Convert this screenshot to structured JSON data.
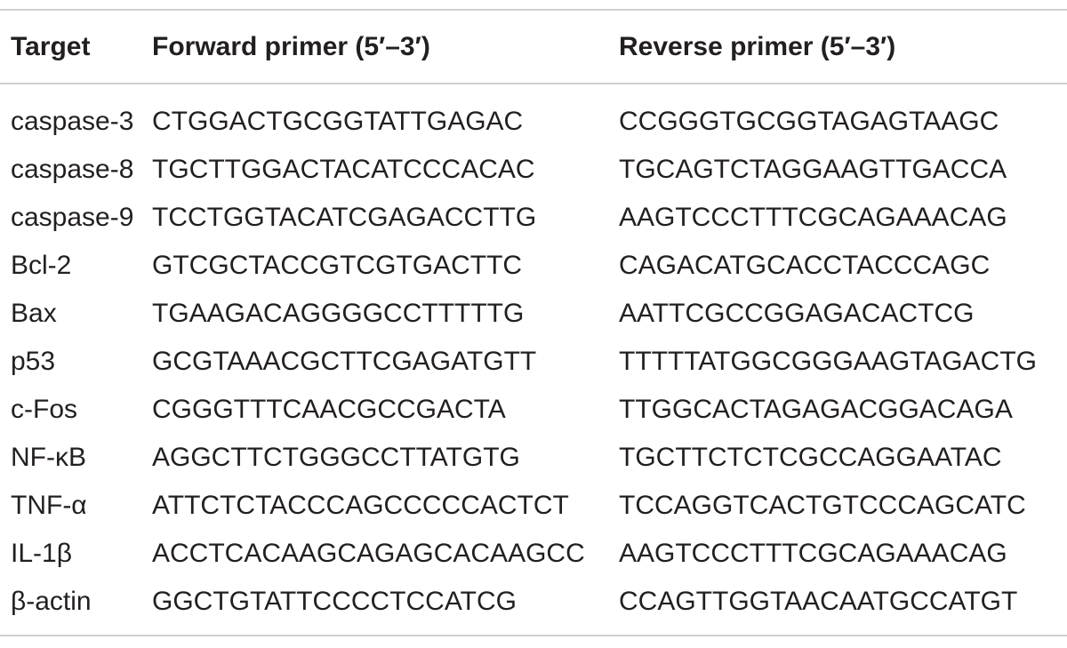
{
  "table": {
    "headers": {
      "target": "Target",
      "forward": "Forward primer (5′–3′)",
      "reverse": "Reverse primer (5′–3′)"
    },
    "rows": [
      {
        "target": "caspase-3",
        "forward": "CTGGACTGCGGTATTGAGAC",
        "reverse": "CCGGGTGCGGTAGAGTAAGC"
      },
      {
        "target": "caspase-8",
        "forward": "TGCTTGGACTACATCCCACAC",
        "reverse": "TGCAGTCTAGGAAGTTGACCA"
      },
      {
        "target": "caspase-9",
        "forward": "TCCTGGTACATCGAGACCTTG",
        "reverse": "AAGTCCCTTTCGCAGAAACAG"
      },
      {
        "target": "Bcl-2",
        "forward": "GTCGCTACCGTCGTGACTTC",
        "reverse": "CAGACATGCACCTACCCAGC"
      },
      {
        "target": "Bax",
        "forward": "TGAAGACAGGGGCCTTTTTG",
        "reverse": "AATTCGCCGGAGACACTCG"
      },
      {
        "target": "p53",
        "forward": "GCGTAAACGCTTCGAGATGTT",
        "reverse": "TTTTTATGGCGGGAAGTAGACTG"
      },
      {
        "target": "c-Fos",
        "forward": "CGGGTTTCAACGCCGACTA",
        "reverse": "TTGGCACTAGAGACGGACAGA"
      },
      {
        "target": "NF-κB",
        "forward": "AGGCTTCTGGGCCTTATGTG",
        "reverse": "TGCTTCTCTCGCCAGGAATAC"
      },
      {
        "target": "TNF-α",
        "forward": "ATTCTCTACCCAGCCCCCACTCT",
        "reverse": "TCCAGGTCACTGTCCCAGCATC"
      },
      {
        "target": "IL-1β",
        "forward": "ACCTCACAAGCAGAGCACAAGCC",
        "reverse": "AAGTCCCTTTCGCAGAAACAG"
      },
      {
        "target": "β-actin",
        "forward": "GGCTGTATTCCCCTCCATCG",
        "reverse": "CCAGTTGGTAACAATGCCATGT"
      }
    ]
  }
}
